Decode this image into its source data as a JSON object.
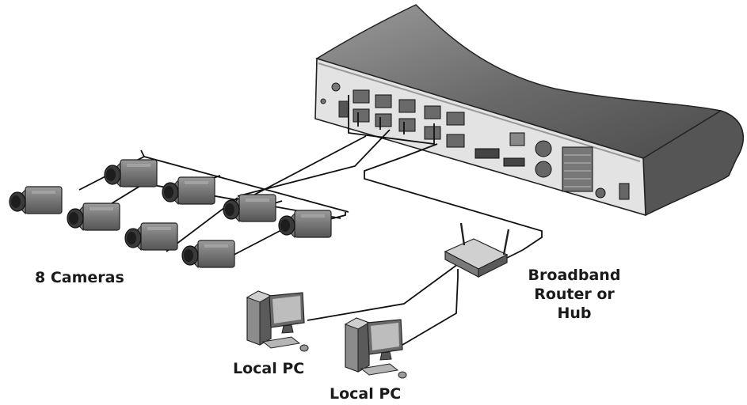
{
  "labels": {
    "cameras": "8 Cameras",
    "router_line1": "Broadband",
    "router_line2": "Router or",
    "router_line3": "Hub",
    "pc_1": "Local PC",
    "pc_2": "Local PC"
  },
  "colors": {
    "line": "#111111",
    "device_dark": "#4a4a4a",
    "device_mid": "#8a8a8a",
    "device_light": "#d4d4d4",
    "panel": "#e6e6e6"
  }
}
